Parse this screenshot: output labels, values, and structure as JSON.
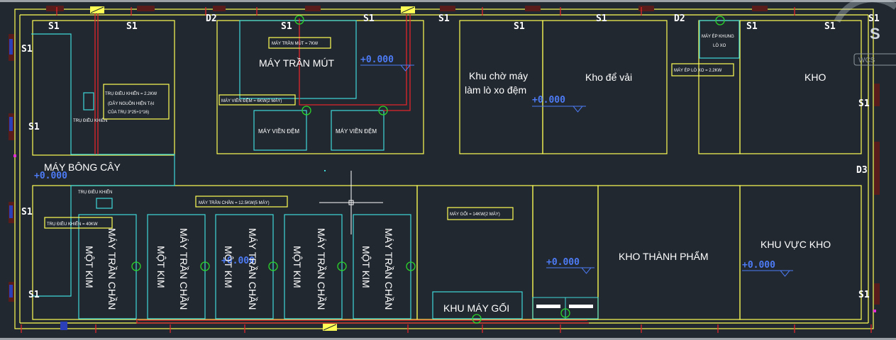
{
  "colors": {
    "background": "#212830",
    "wall": "#ffff55",
    "cyan_box": "#3fd9d9",
    "red_line": "#e0262b",
    "green": "#2bd62b",
    "level": "#4d7bf5",
    "label": "#ffffff",
    "ucs": "#cfd6dc"
  },
  "column_labels": [
    "S1",
    "S1",
    "D2",
    "S1",
    "S1",
    "S1",
    "S1",
    "S1",
    "D2",
    "S1",
    "S1",
    "S1",
    "S1",
    "S1",
    "S1",
    "S1",
    "D3",
    "S1",
    "S1",
    "S1"
  ],
  "level_marks": [
    "+0.000",
    "+0.000",
    "+0.000",
    "+0.000",
    "+0.000",
    "+0.000"
  ],
  "rooms": {
    "may_bong_cay": "MÁY BÔNG CÂY",
    "may_tran_mut": "MÁY TRẦN MÚT",
    "khu_cho_may_line1": "Khu chờ máy",
    "khu_cho_may_line2": "làm lò xo đệm",
    "kho_de_vai": "Kho để vải",
    "kho": "KHO",
    "kho_thanh_pham": "KHO THÀNH PHẨM",
    "khu_vuc_kho": "KHU VỰC KHO",
    "khu_may_goi": "KHU MÁY GỐI",
    "may_vien_dem_1": "MÁY VIỀN ĐỆM",
    "may_vien_dem_2": "MÁY VIỀN ĐỆM",
    "may_ep_khung_line1": "MÁY ÉP KHUNG",
    "may_ep_khung_line2": "LÒ XO",
    "tru_dieu_khien_1": "TRỤ ĐIỀU KHIỂN",
    "tru_dieu_khien_2": "TRỤ ĐIỀU KHIỂN"
  },
  "quilting_machines": [
    {
      "line1": "MÁY TRẦN CHẦN",
      "line2": "MỘT KIM"
    },
    {
      "line1": "MÁY TRẦN CHẦN",
      "line2": "MỘT KIM"
    },
    {
      "line1": "MÁY TRẦN CHẦN",
      "line2": "MỘT KIM"
    },
    {
      "line1": "MÁY TRẦN CHẦN",
      "line2": "MỘT KIM"
    },
    {
      "line1": "MÁY TRẦN CHẦN",
      "line2": "MỘT KIM"
    }
  ],
  "callouts": {
    "tru_dieu_khien_22kw_line1": "TRỤ ĐIỀU KHIỂN = 2.2KW",
    "tru_dieu_khien_22kw_line2": "(DÂY NGUỒN HIỆN TẠI",
    "tru_dieu_khien_22kw_line3": "CỦA TRỤ 3*25+1*16)",
    "may_tran_mut_7kw": "MÁY TRẦN MÚT = 7KW",
    "may_vien_dem_6kw": "MÁY VIỀN ĐỆM = 6KW(2 MÁY)",
    "may_ep_lo_xo": "MÁY ÉP LÒ XO = 2.2KW",
    "may_tran_chan": "MÁY TRẦN CHẦN = 12.5KW(5 MÁY)",
    "tru_dieu_khien_40kw": "TRỤ ĐIỀU KHIỂN = 40KW",
    "may_goi": "MÁY GỐI = 14KW(2 MÁY)"
  },
  "ucs": {
    "axis_label": "S",
    "wcs_label": "WCS"
  }
}
